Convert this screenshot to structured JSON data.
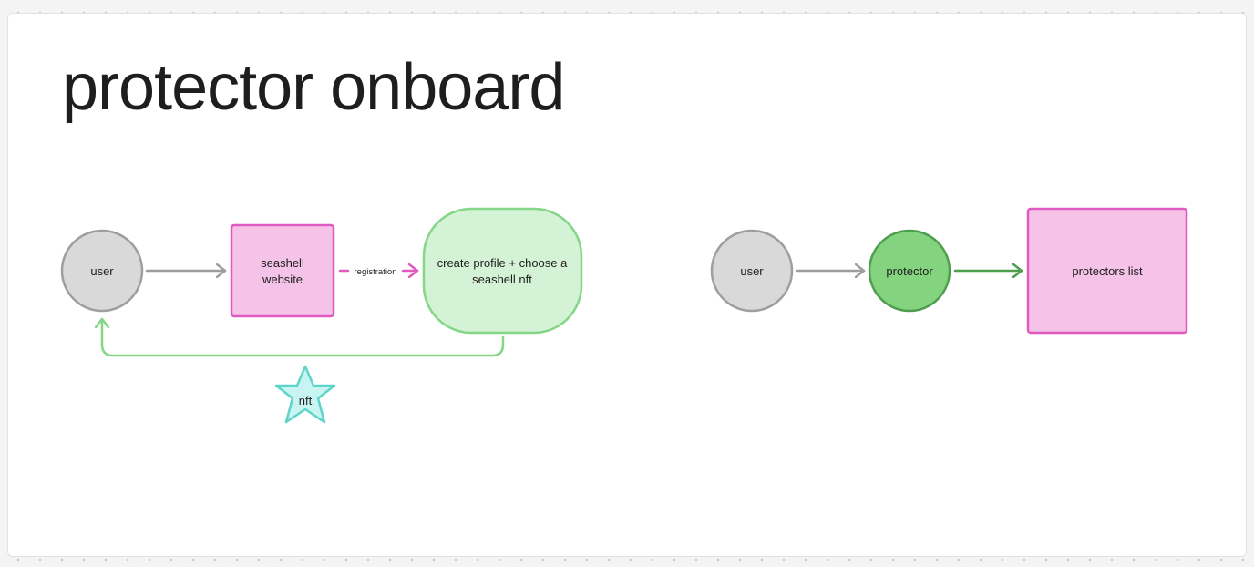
{
  "title": "protector onboard",
  "flow1": {
    "user_label": "user",
    "website_label_line1": "seashell",
    "website_label_line2": "website",
    "edge_label": "registration",
    "profile_label_line1": "create profile + choose a",
    "profile_label_line2": "seashell nft",
    "nft_label": "nft"
  },
  "flow2": {
    "user_label": "user",
    "protector_label": "protector",
    "list_label": "protectors list"
  },
  "colors": {
    "gray_fill": "#d9d9d9",
    "gray_stroke": "#9e9e9e",
    "pink_fill": "#f5c2e8",
    "pink_stroke": "#e05bbf",
    "light_green_fill": "#d4f2d6",
    "light_green_stroke": "#85d686",
    "green_fill": "#84d47f",
    "green_stroke": "#4f9e4d",
    "teal_fill": "#c8f4f1",
    "teal_stroke": "#5fd4c9"
  }
}
